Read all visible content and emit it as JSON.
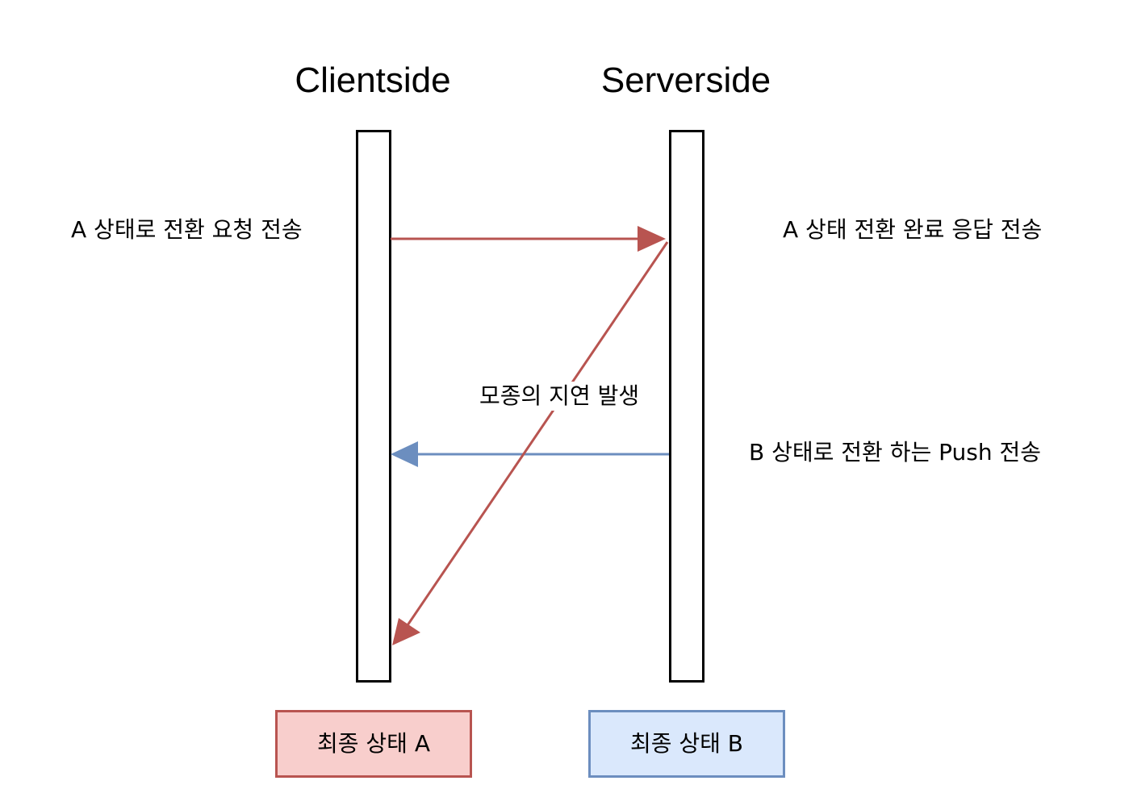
{
  "lanes": {
    "client_title": "Clientside",
    "server_title": "Serverside"
  },
  "messages": {
    "request_label": "A 상태로 전환 요청 전송",
    "response_label": "A 상태 전환 완료 응답 전송",
    "delay_label": "모종의 지연 발생",
    "push_label": "B 상태로 전환 하는 Push 전송"
  },
  "final_states": {
    "client_state": "최종 상태 A",
    "server_state": "최종 상태 B"
  },
  "colors": {
    "red_arrow": "#b85450",
    "blue_arrow": "#6c8ebf",
    "state_a_fill": "#f8cecc",
    "state_b_fill": "#dae8fc"
  }
}
